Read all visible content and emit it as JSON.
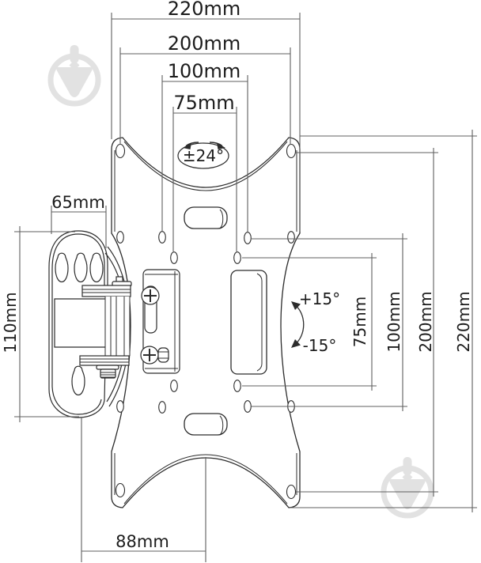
{
  "figure": {
    "kind": "technical dimensional drawing",
    "units": "mm"
  },
  "dimensions": {
    "top_horizontal": [
      "220mm",
      "200mm",
      "100mm",
      "75mm"
    ],
    "right_vertical": [
      "75mm",
      "100mm",
      "200mm",
      "220mm"
    ],
    "wall_bracket_width": "65mm",
    "wall_bracket_height": "110mm",
    "bottom_offset": "88mm"
  },
  "angles": {
    "swivel_range": "±24°",
    "tilt_up": "+15°",
    "tilt_down": "-15°"
  },
  "colors": {
    "drawing_line": "#2c2c2c",
    "dimension_line": "#5f5f5f",
    "text": "#1c1c1c",
    "watermark": "#e2e2e2",
    "background": "#ffffff"
  }
}
